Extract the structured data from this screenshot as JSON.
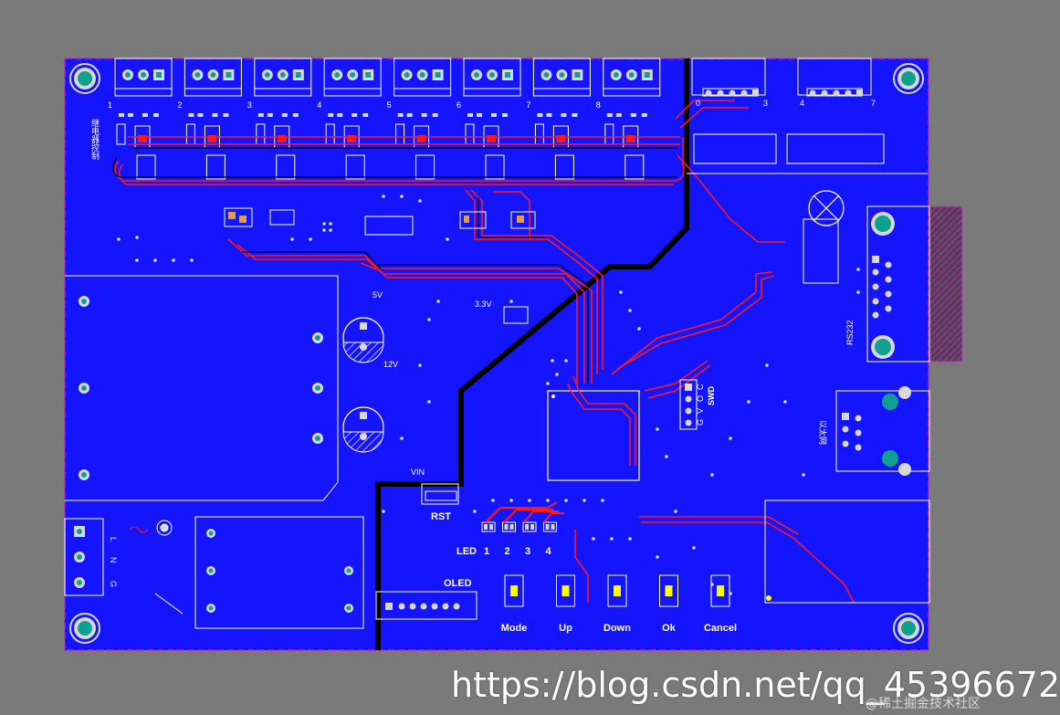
{
  "board": {
    "colors": {
      "background": "#7a7a7a",
      "copper_pour": "#1414ff",
      "trace_top": "#ff1a1a",
      "silkscreen": "#ffffff",
      "outline": "#c020c0",
      "pad": "#d8d8d8",
      "drill": "#10a090",
      "ground_break": "#000000",
      "led_marker": "#ffff00"
    },
    "relay_numbers": [
      "1",
      "2",
      "3",
      "4",
      "5",
      "6",
      "7",
      "8"
    ],
    "header_left_labels": [
      "0",
      "3"
    ],
    "header_right_labels": [
      "4",
      "7"
    ],
    "vertical_label": "继电器控制",
    "rs232_label": "RS232",
    "ethernet_label": "以太网",
    "swd_label": "SWD",
    "swd_pins": [
      "G",
      "V",
      "O",
      "C"
    ],
    "power_labels": [
      "L",
      "N",
      "G"
    ],
    "rst_label": "RST",
    "led_label": "LED",
    "led_numbers": [
      "1",
      "2",
      "3",
      "4"
    ],
    "oled_label": "OLED",
    "buttons": [
      "Mode",
      "Up",
      "Down",
      "Ok",
      "Cancel"
    ],
    "tiny_labels": {
      "v5": "5V",
      "v33": "3.3V",
      "v12": "12V",
      "vin": "VIN"
    }
  },
  "watermark": {
    "url": "https://blog.csdn.net/qq_45396672",
    "sub": "@稀土掘金技术社区"
  }
}
